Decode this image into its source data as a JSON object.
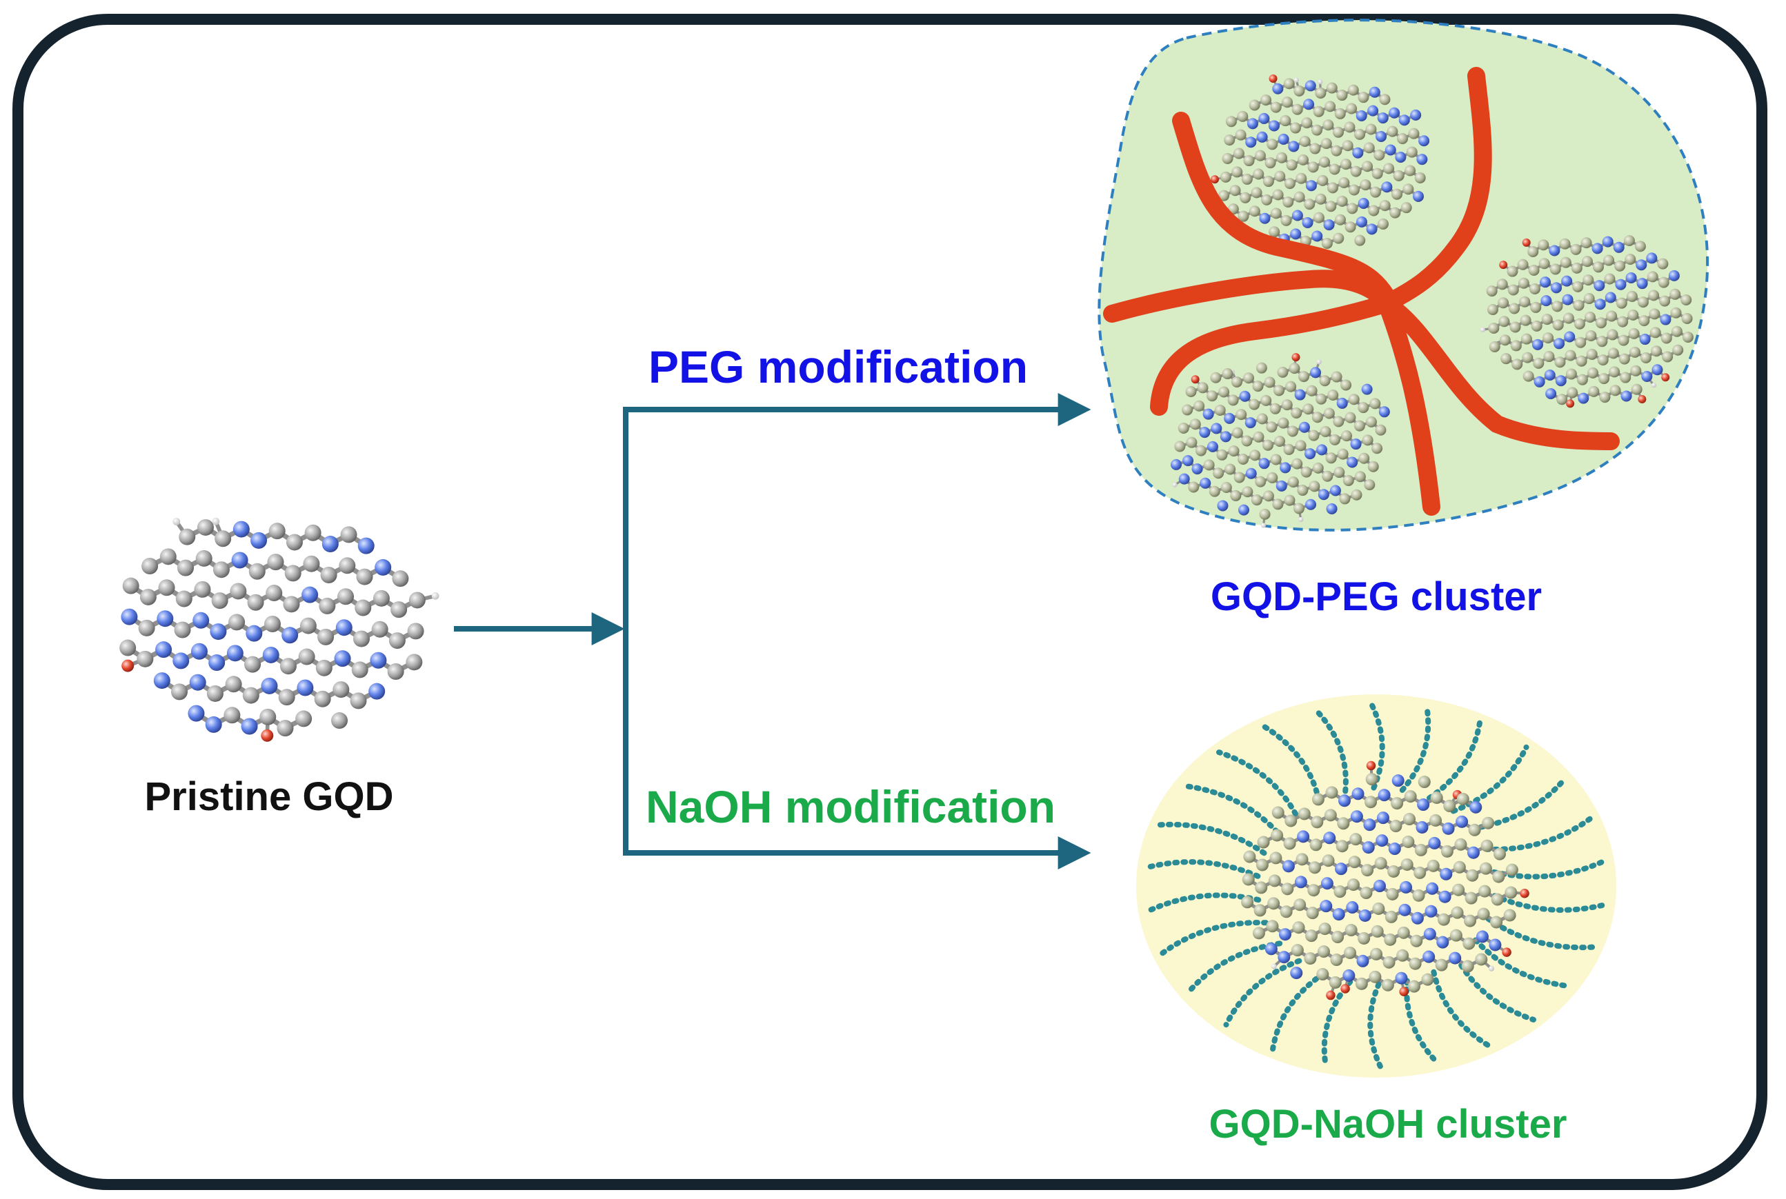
{
  "labels": {
    "pristine": "Pristine GQD",
    "peg_modification": "PEG modification",
    "naoh_modification": "NaOH modification",
    "peg_cluster": "GQD-PEG cluster",
    "naoh_cluster": "GQD-NaOH cluster"
  },
  "colors": {
    "frame": "#14232e",
    "arrow": "#1e6580",
    "peg_text": "#1212e6",
    "naoh_text": "#1aaa4a",
    "pristine_text": "#111111",
    "peg_blob_fill": "#d8ecc6",
    "peg_blob_border": "#2e7fc0",
    "peg_chain": "#e0401a",
    "naoh_blob_fill": "#fbf7cf",
    "naoh_chain": "#2a8a96",
    "carbon_gray": "#a9a9a9",
    "carbon_olive": "#b4b89a",
    "nitrogen": "#5a7fe0",
    "oxygen": "#e0462e",
    "hydrogen": "#f0f0f0"
  }
}
